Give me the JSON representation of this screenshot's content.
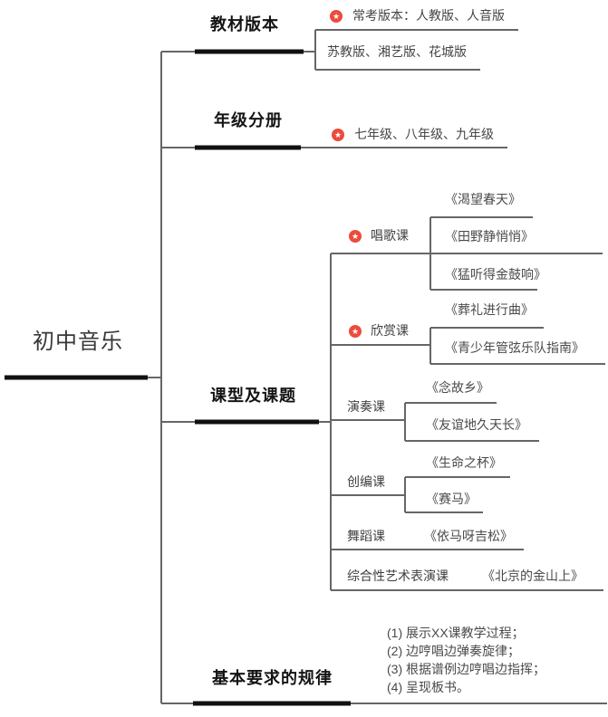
{
  "root": {
    "label": "初中音乐"
  },
  "icons": {
    "star_glyph": "★"
  },
  "colors": {
    "star_red": "#ec4b3c",
    "thick_line": "#111111",
    "thin_line": "#666666"
  },
  "branches": [
    {
      "label": "教材版本",
      "children": [
        {
          "starred": true,
          "label": "常考版本：人教版、人音版"
        },
        {
          "starred": false,
          "label": "苏教版、湘艺版、花城版"
        }
      ]
    },
    {
      "label": "年级分册",
      "children": [
        {
          "starred": true,
          "label": "七年级、八年级、九年级"
        }
      ]
    },
    {
      "label": "课型及课题",
      "children": [
        {
          "starred": true,
          "label": "唱歌课",
          "topics": [
            "《渴望春天》",
            "《田野静悄悄》",
            "《猛听得金鼓响》"
          ]
        },
        {
          "starred": true,
          "label": "欣赏课",
          "topics": [
            "《葬礼进行曲》",
            "《青少年管弦乐队指南》"
          ]
        },
        {
          "starred": false,
          "label": "演奏课",
          "topics": [
            "《念故乡》",
            "《友谊地久天长》"
          ]
        },
        {
          "starred": false,
          "label": "创编课",
          "topics": [
            "《生命之杯》",
            "《赛马》"
          ]
        },
        {
          "starred": false,
          "label": "舞蹈课",
          "topics": [
            "《依马呀吉松》"
          ]
        },
        {
          "starred": false,
          "label": "综合性艺术表演课",
          "topics": [
            "《北京的金山上》"
          ]
        }
      ]
    },
    {
      "label": "基本要求的规律",
      "children": [
        {
          "list": [
            "(1) 展示XX课教学过程；",
            "(2) 边哼唱边弹奏旋律；",
            "(3) 根据谱例边哼唱边指挥；",
            "(4) 呈现板书。"
          ]
        }
      ]
    }
  ]
}
